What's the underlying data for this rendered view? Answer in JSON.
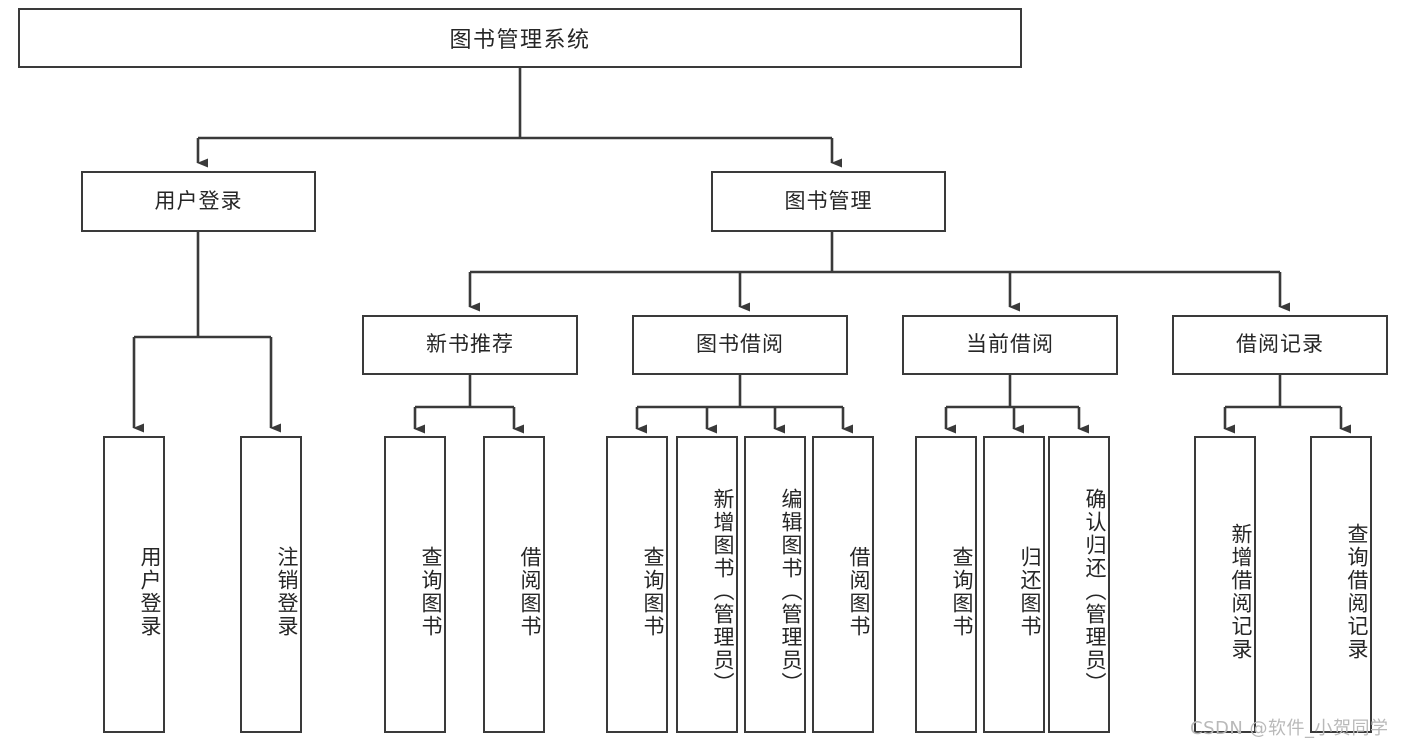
{
  "diagram": {
    "title": "图书管理系统",
    "type": "tree",
    "root": {
      "label": "图书管理系统"
    },
    "level1": [
      {
        "label": "用户登录"
      },
      {
        "label": "图书管理"
      }
    ],
    "level2": [
      {
        "label": "新书推荐"
      },
      {
        "label": "图书借阅"
      },
      {
        "label": "当前借阅"
      },
      {
        "label": "借阅记录"
      }
    ],
    "leaves": {
      "user_login": [
        {
          "label": "用户登录"
        },
        {
          "label": "注销登录"
        }
      ],
      "new_book_recommend": [
        {
          "label": "查询图书"
        },
        {
          "label": "借阅图书"
        }
      ],
      "book_borrow": [
        {
          "label": "查询图书"
        },
        {
          "label": "新增图书（管理员）"
        },
        {
          "label": "编辑图书（管理员）"
        },
        {
          "label": "借阅图书"
        }
      ],
      "current_borrow": [
        {
          "label": "查询图书"
        },
        {
          "label": "归还图书"
        },
        {
          "label": "确认归还（管理员）"
        }
      ],
      "borrow_record": [
        {
          "label": "新增借阅记录"
        },
        {
          "label": "查询借阅记录"
        }
      ]
    }
  },
  "watermark": {
    "text": "CSDN @软件_小贺同学"
  },
  "colors": {
    "stroke": "#3a3a3a",
    "background": "#ffffff",
    "text": "#262626",
    "watermark": "#b9b9b9"
  }
}
